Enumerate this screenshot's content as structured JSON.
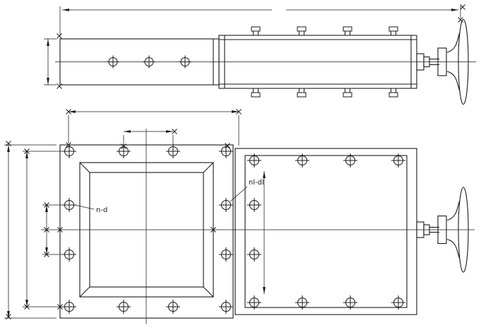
{
  "drawing": {
    "type": "engineering-drawing",
    "labels": {
      "left_bolt_spec": "n-d",
      "right_bolt_spec": "nl-dl"
    },
    "colors": {
      "line": "#1a1a1a",
      "background": "#ffffff"
    }
  }
}
